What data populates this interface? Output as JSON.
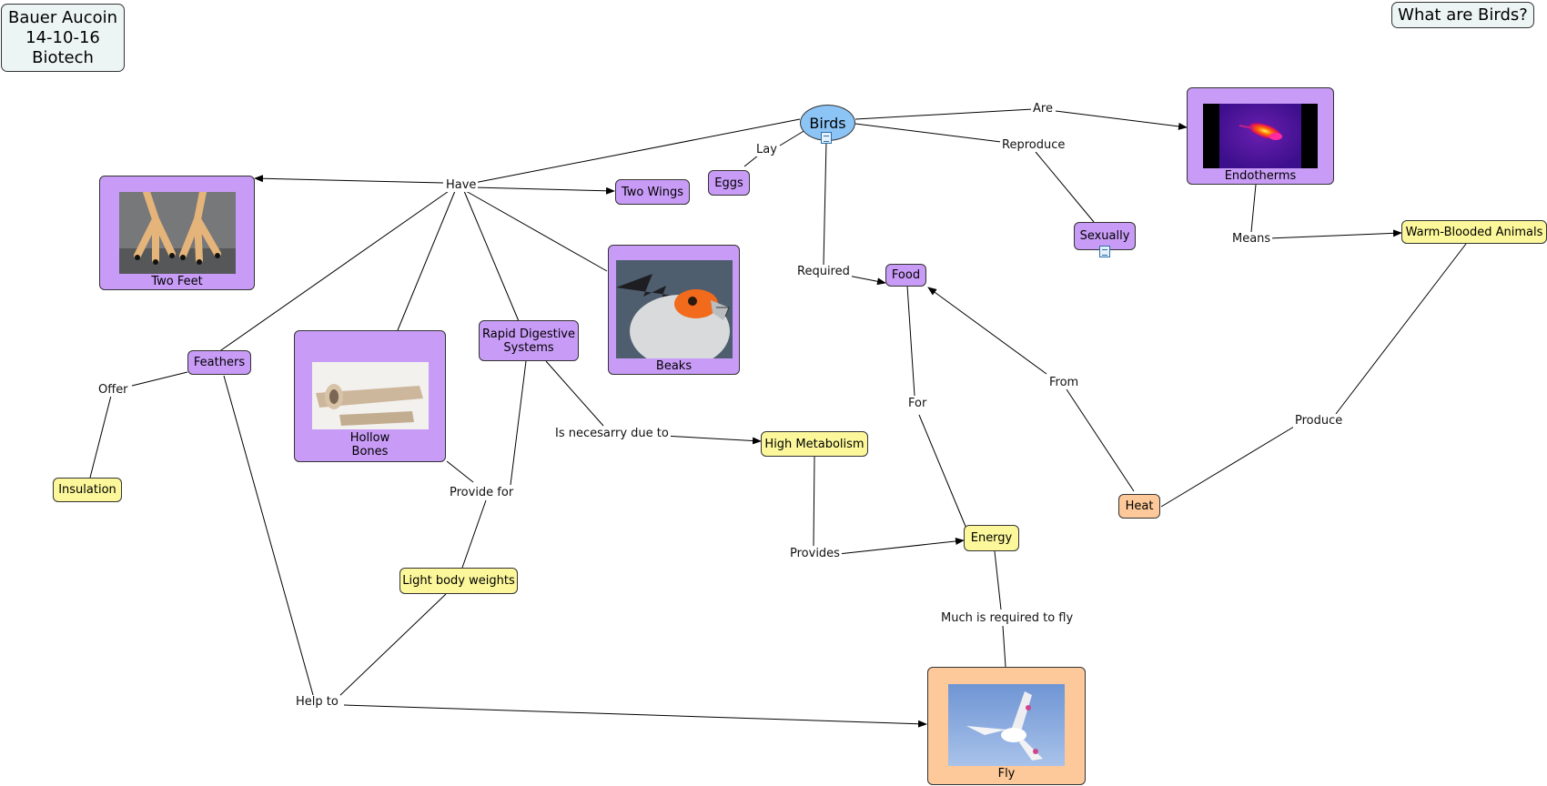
{
  "header": {
    "author_line1": "Bauer Aucoin",
    "author_line2": "14-10-16",
    "author_line3": "Biotech",
    "question": "What are Birds?"
  },
  "concepts": {
    "birds": "Birds",
    "endotherms": "Endotherms",
    "warm_blooded": "Warm-Blooded Animals",
    "sexually": "Sexually",
    "food": "Food",
    "eggs": "Eggs",
    "two_wings": "Two Wings",
    "two_feet": "Two Feet",
    "beaks": "Beaks",
    "rapid_digestive_1": "Rapid Digestive",
    "rapid_digestive_2": "Systems",
    "feathers": "Feathers",
    "hollow_bones_1": "Hollow",
    "hollow_bones_2": "Bones",
    "insulation": "Insulation",
    "high_metabolism": "High Metabolism",
    "energy": "Energy",
    "heat": "Heat",
    "light_body_weights": "Light body weights",
    "fly": "Fly"
  },
  "links": {
    "are": "Are",
    "lay": "Lay",
    "reproduce": "Reproduce",
    "have": "Have",
    "required": "Required",
    "means": "Means",
    "offer": "Offer",
    "is_necessary": "Is necesarry due to",
    "provide_for": "Provide for",
    "from": "From",
    "for": "For",
    "produce": "Produce",
    "provides": "Provides",
    "much_required": "Much is required to fly",
    "help_to": "Help to"
  },
  "colors": {
    "birds_node": "#8cc4f6",
    "concept_purple": "#c89cf6",
    "concept_yellow": "#fbf79a",
    "concept_orange": "#fdc99a",
    "header_box": "#edf5f4",
    "line": "#000000"
  },
  "icons": [
    "document-icon",
    "bird-feet-photo",
    "secretary-bird-photo",
    "hollow-bone-photo",
    "thermal-hummingbird-photo",
    "white-dove-photo"
  ]
}
